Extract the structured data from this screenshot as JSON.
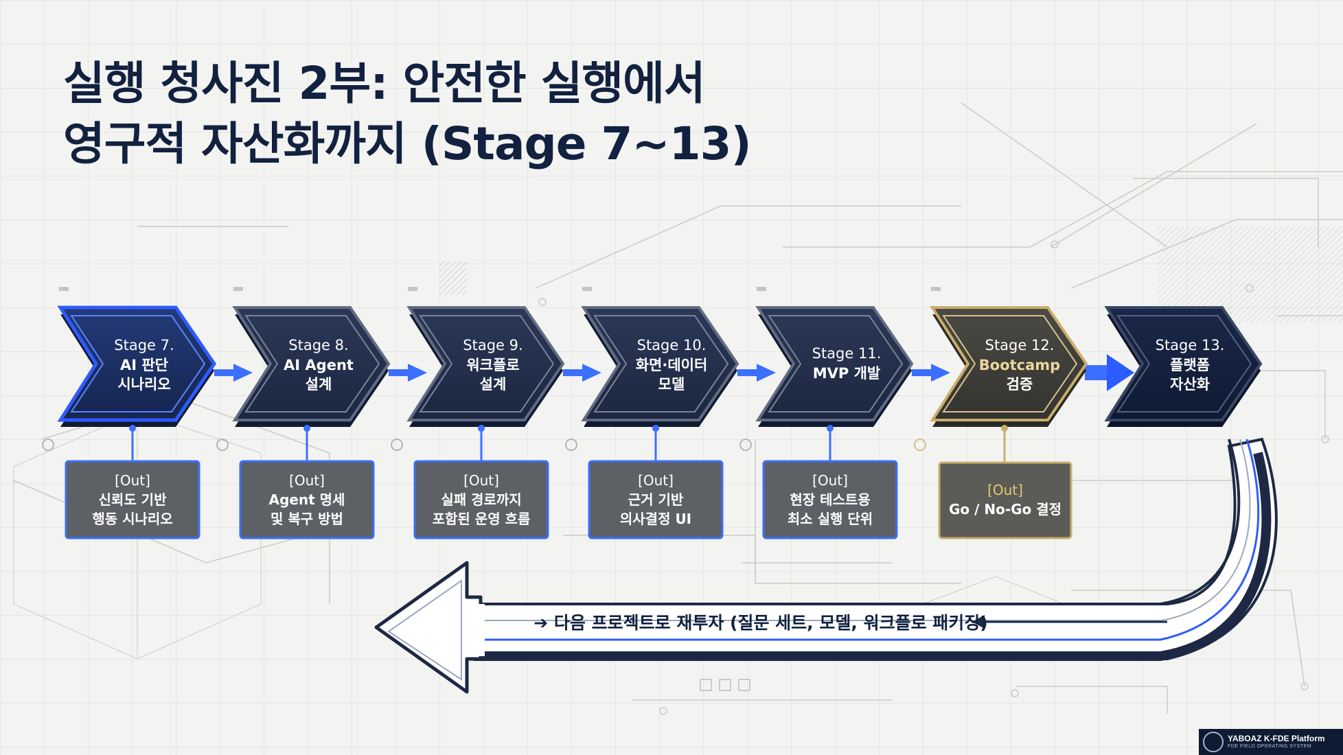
{
  "title": {
    "line1": "실행 청사진 2부: 안전한 실행에서",
    "line2": "영구적 자산화까지 (Stage 7~13)"
  },
  "stages": [
    {
      "stage": "Stage 7.",
      "name": [
        "AI 판단",
        "시나리오"
      ],
      "out_label": "[Out]",
      "out": [
        "신뢰도 기반",
        "행동 시나리오"
      ]
    },
    {
      "stage": "Stage 8.",
      "name": [
        "AI Agent",
        "설계"
      ],
      "out_label": "[Out]",
      "out": [
        "Agent 명세",
        "및 복구 방법"
      ]
    },
    {
      "stage": "Stage 9.",
      "name": [
        "워크플로",
        "설계"
      ],
      "out_label": "[Out]",
      "out": [
        "실패 경로까지",
        "포함된 운영 흐름"
      ]
    },
    {
      "stage": "Stage 10.",
      "name": [
        "화면·데이터",
        "모델"
      ],
      "out_label": "[Out]",
      "out": [
        "근거 기반",
        "의사결정 UI"
      ]
    },
    {
      "stage": "Stage 11.",
      "name": [
        "MVP 개발"
      ],
      "out_label": "[Out]",
      "out": [
        "현장 테스트용",
        "최소 실행 단위"
      ]
    },
    {
      "stage": "Stage 12.",
      "name": [
        "Bootcamp",
        "검증"
      ],
      "out_label": "[Out]",
      "out": [
        "Go / No-Go 결정"
      ]
    },
    {
      "stage": "Stage 13.",
      "name": [
        "플랫폼",
        "자산화"
      ]
    }
  ],
  "feedback": "➔ 다음 프로젝트로 재투자 (질문 세트, 모델, 워크플로 패키징)",
  "brand": {
    "name": "YABOAZ K-FDE Platform",
    "tagline": "FDE FIELD OPERATING SYSTEM"
  },
  "colors": {
    "navy": "#1d2944",
    "navy_dark": "#12213f",
    "blue_glow": "#2e5bff",
    "arrow_blue": "#3a6fff",
    "gold": "#c9ad6a",
    "out_box": "#5d6166"
  }
}
